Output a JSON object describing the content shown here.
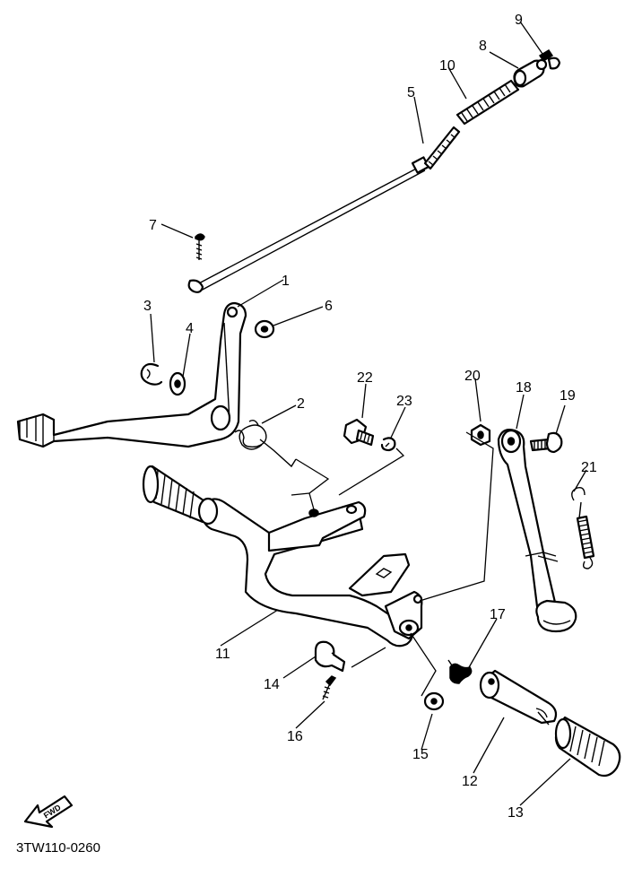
{
  "diagram": {
    "callouts": [
      {
        "id": "c1",
        "text": "1"
      },
      {
        "id": "c2",
        "text": "2"
      },
      {
        "id": "c3",
        "text": "3"
      },
      {
        "id": "c4",
        "text": "4"
      },
      {
        "id": "c5",
        "text": "5"
      },
      {
        "id": "c6",
        "text": "6"
      },
      {
        "id": "c7",
        "text": "7"
      },
      {
        "id": "c8",
        "text": "8"
      },
      {
        "id": "c9",
        "text": "9"
      },
      {
        "id": "c10",
        "text": "10"
      },
      {
        "id": "c11",
        "text": "11"
      },
      {
        "id": "c12",
        "text": "12"
      },
      {
        "id": "c13",
        "text": "13"
      },
      {
        "id": "c14",
        "text": "14"
      },
      {
        "id": "c15",
        "text": "15"
      },
      {
        "id": "c16",
        "text": "16"
      },
      {
        "id": "c17",
        "text": "17"
      },
      {
        "id": "c18",
        "text": "18"
      },
      {
        "id": "c19",
        "text": "19"
      },
      {
        "id": "c20",
        "text": "20"
      },
      {
        "id": "c21",
        "text": "21"
      },
      {
        "id": "c22",
        "text": "22"
      },
      {
        "id": "c23",
        "text": "23"
      }
    ],
    "fwd_label": "FWD",
    "drawing_code": "3TW110-0260"
  }
}
